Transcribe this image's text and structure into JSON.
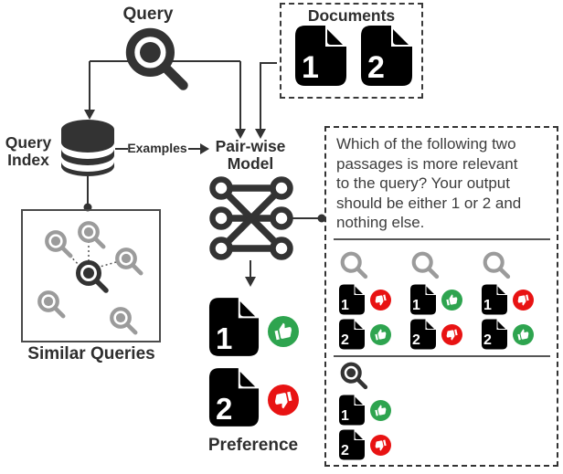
{
  "colors": {
    "dark": "#333333",
    "gray": "#9b9b9b",
    "green": "#2ea44f",
    "red": "#e81313"
  },
  "query": {
    "label": "Query"
  },
  "documents_box": {
    "title": "Documents",
    "docs": [
      {
        "label": "1"
      },
      {
        "label": "2"
      }
    ]
  },
  "query_index": {
    "line1": "Query",
    "line2": "Index"
  },
  "flow": {
    "examples_label": "Examples"
  },
  "pairwise_model": {
    "line1": "Pair-wise",
    "line2": "Model"
  },
  "similar_queries": {
    "label": "Similar Queries"
  },
  "preference": {
    "label": "Preference",
    "docs": [
      {
        "label": "1",
        "verdict": "up"
      },
      {
        "label": "2",
        "verdict": "down"
      }
    ]
  },
  "prompt_box": {
    "prompt_lines": [
      "Which of the following two",
      "passages is more relevant",
      "to the query? Your output",
      "should be either 1 or 2 and",
      "nothing else."
    ],
    "prompt_text": "Which of the following two passages is more relevant to the query? Your output should be either 1 or 2 and nothing else.",
    "examples": [
      {
        "rows": [
          {
            "doc": "1",
            "verdict": "down"
          },
          {
            "doc": "2",
            "verdict": "up"
          }
        ]
      },
      {
        "rows": [
          {
            "doc": "1",
            "verdict": "up"
          },
          {
            "doc": "2",
            "verdict": "down"
          }
        ]
      },
      {
        "rows": [
          {
            "doc": "1",
            "verdict": "down"
          },
          {
            "doc": "2",
            "verdict": "up"
          }
        ]
      }
    ],
    "target": {
      "rows": [
        {
          "doc": "1",
          "verdict": "up"
        },
        {
          "doc": "2",
          "verdict": "down"
        }
      ]
    }
  }
}
